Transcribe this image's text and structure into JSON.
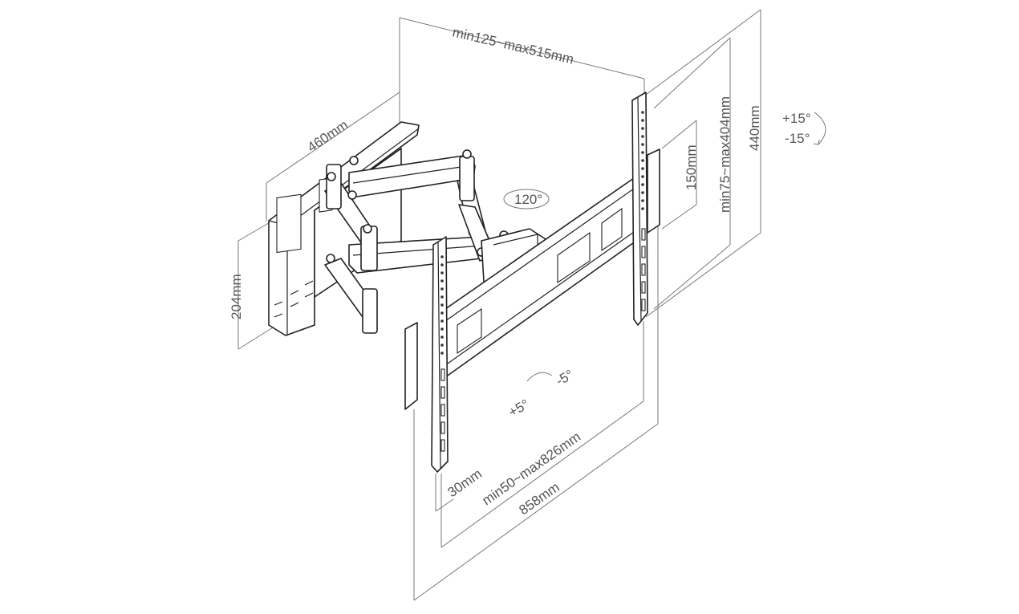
{
  "dimensions": {
    "arm_extension": "min125~max515mm",
    "wall_plate_depth": "460mm",
    "wall_plate_height": "204mm",
    "vesa_vertical_inner": "150mm",
    "vesa_vertical_range": "min75~max404mm",
    "bracket_height": "440mm",
    "tilt_range_up": "+15°",
    "tilt_range_down": "-15°",
    "swivel": "120°",
    "level_plus": "+5°",
    "level_minus": "-5°",
    "rail_width": "30mm",
    "vesa_horizontal_range": "min50~max826mm",
    "bracket_width": "858mm"
  },
  "colors": {
    "line": "#222222",
    "dimension": "#777777",
    "text": "#555555"
  }
}
